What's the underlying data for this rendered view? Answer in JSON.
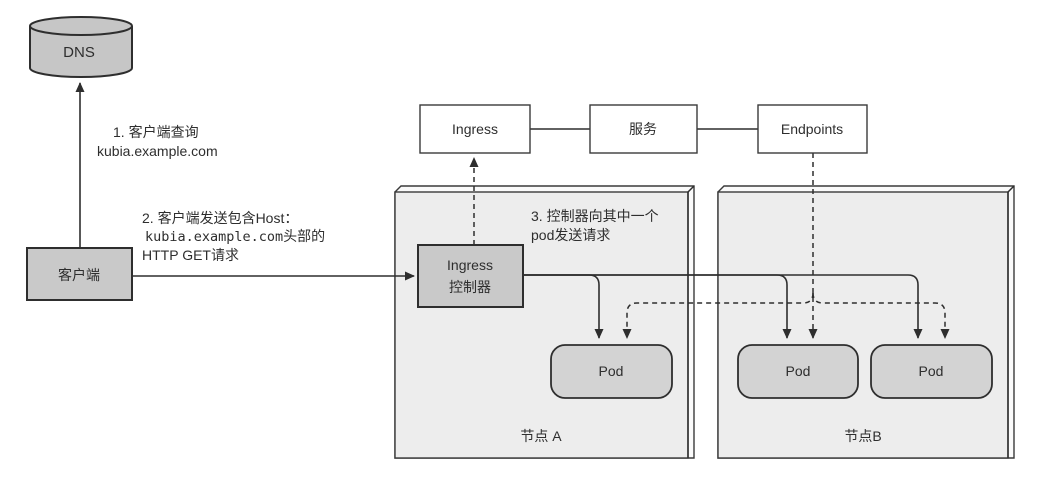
{
  "dns": {
    "label": "DNS"
  },
  "client": {
    "label": "客户端"
  },
  "resources": {
    "ingress": {
      "label": "Ingress"
    },
    "service": {
      "label": "服务"
    },
    "endpoints": {
      "label": "Endpoints"
    }
  },
  "ingress_controller": {
    "label_line1": "Ingress",
    "label_line2": "控制器"
  },
  "nodes": {
    "node_a": {
      "label": "节点 A"
    },
    "node_b": {
      "label": "节点B"
    }
  },
  "pods": {
    "pod_a": {
      "label": "Pod"
    },
    "pod_b1": {
      "label": "Pod"
    },
    "pod_b2": {
      "label": "Pod"
    }
  },
  "annotations": {
    "step1": {
      "line1": "1. 客户端查询",
      "line2": "kubia.example.com"
    },
    "step2": {
      "line1": "2. 客户端发送包含Host：",
      "line2_code": "kubia.example.com",
      "line2_suffix": "头部的",
      "line3": "HTTP GET请求"
    },
    "step3": {
      "line1": "3. 控制器向其中一个",
      "line2": "pod发送请求"
    }
  },
  "colors": {
    "node_fill": "#ededed",
    "shaded_box_fill": "#c9c9c9",
    "pod_fill": "#d3d3d3",
    "white_box_fill": "#ffffff",
    "line_color": "#2e2e2e",
    "background": "#ffffff"
  }
}
